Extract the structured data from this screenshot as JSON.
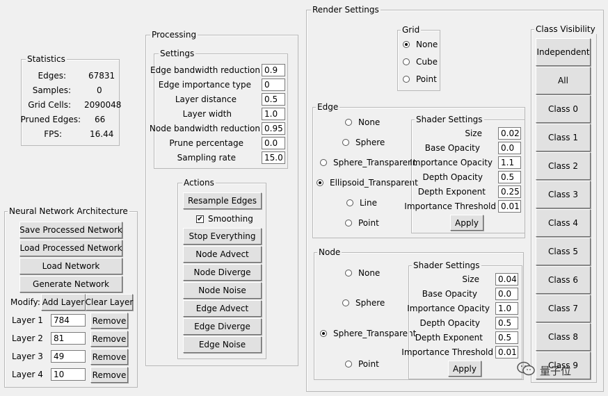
{
  "statistics": {
    "title": "Statistics",
    "rows": [
      {
        "label": "Edges:",
        "value": "67831"
      },
      {
        "label": "Samples:",
        "value": "0"
      },
      {
        "label": "Grid Cells:",
        "value": "2090048"
      },
      {
        "label": "Pruned Edges:",
        "value": "66"
      },
      {
        "label": "FPS:",
        "value": "16.44"
      }
    ]
  },
  "nn": {
    "title": "Neural Network Architecture",
    "save_label": "Save Processed Network",
    "load_processed_label": "Load Processed Network",
    "load_label": "Load Network",
    "generate_label": "Generate Network",
    "modify_label": "Modify:",
    "add_layer_label": "Add Layer",
    "clear_layer_label": "Clear Layer",
    "remove_label": "Remove",
    "layers": [
      {
        "label": "Layer 1",
        "value": "784"
      },
      {
        "label": "Layer 2",
        "value": "81"
      },
      {
        "label": "Layer 3",
        "value": "49"
      },
      {
        "label": "Layer 4",
        "value": "10"
      }
    ]
  },
  "processing": {
    "title": "Processing",
    "settings_title": "Settings",
    "settings": [
      {
        "label": "Edge bandwidth reduction",
        "value": "0.9"
      },
      {
        "label": "Edge importance type",
        "value": "0"
      },
      {
        "label": "Layer distance",
        "value": "0.5"
      },
      {
        "label": "Layer width",
        "value": "1.0"
      },
      {
        "label": "Node bandwidth reduction",
        "value": "0.95"
      },
      {
        "label": "Prune percentage",
        "value": "0.0"
      },
      {
        "label": "Sampling rate",
        "value": "15.0"
      }
    ],
    "actions_title": "Actions",
    "resample_label": "Resample Edges",
    "smoothing_label": "Smoothing",
    "smoothing_checked": true,
    "stop_label": "Stop Everything",
    "actions": [
      "Node Advect",
      "Node Diverge",
      "Node Noise",
      "Edge Advect",
      "Edge Diverge",
      "Edge Noise"
    ]
  },
  "render": {
    "title": "Render Settings",
    "grid": {
      "title": "Grid",
      "options": [
        "None",
        "Cube",
        "Point"
      ],
      "selected": 0
    },
    "edge": {
      "title": "Edge",
      "options": [
        "None",
        "Sphere",
        "Sphere_Transparent",
        "Ellipsoid_Transparent",
        "Line",
        "Point"
      ],
      "selected": 3,
      "shader_title": "Shader Settings",
      "shader": [
        {
          "label": "Size",
          "value": "0.02"
        },
        {
          "label": "Base Opacity",
          "value": "0.0"
        },
        {
          "label": "Importance Opacity",
          "value": "1.1"
        },
        {
          "label": "Depth Opacity",
          "value": "0.5"
        },
        {
          "label": "Depth Exponent",
          "value": "0.25"
        },
        {
          "label": "Importance Threshold",
          "value": "0.01"
        }
      ],
      "apply_label": "Apply"
    },
    "node": {
      "title": "Node",
      "options": [
        "None",
        "Sphere",
        "Sphere_Transparent",
        "Point"
      ],
      "selected": 2,
      "shader_title": "Shader Settings",
      "shader": [
        {
          "label": "Size",
          "value": "0.04"
        },
        {
          "label": "Base Opacity",
          "value": "0.0"
        },
        {
          "label": "Importance Opacity",
          "value": "1.0"
        },
        {
          "label": "Depth Opacity",
          "value": "0.5"
        },
        {
          "label": "Depth Exponent",
          "value": "0.5"
        },
        {
          "label": "Importance Threshold",
          "value": "0.01"
        }
      ],
      "apply_label": "Apply"
    }
  },
  "class_visibility": {
    "title": "Class Visibility",
    "buttons": [
      "Independent",
      "All",
      "Class 0",
      "Class 1",
      "Class 2",
      "Class 3",
      "Class 4",
      "Class 5",
      "Class 6",
      "Class 7",
      "Class 8",
      "Class 9"
    ]
  },
  "watermark": {
    "text": "量子位",
    "icon": "wechat-icon"
  }
}
